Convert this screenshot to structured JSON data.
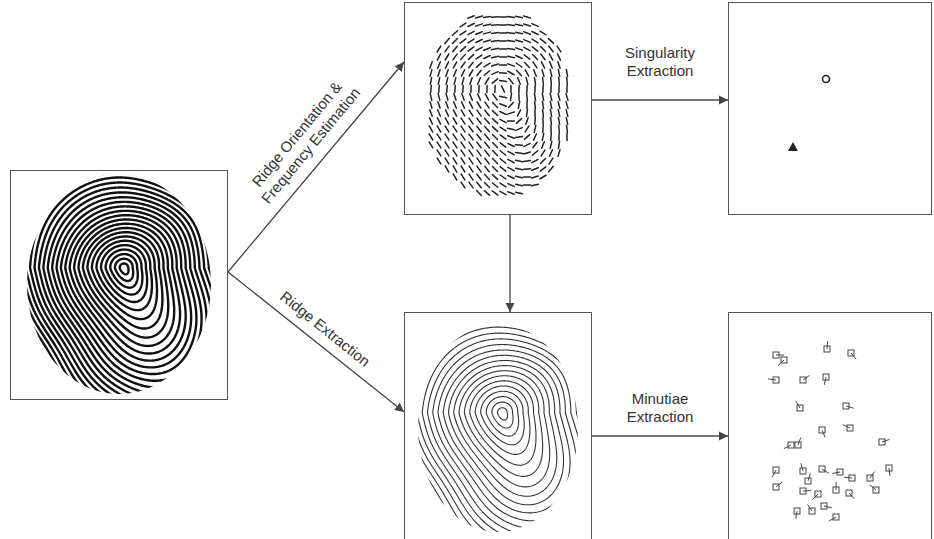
{
  "diagram": {
    "nodes": [
      {
        "text": []
      },
      {
        "text": []
      },
      {
        "text": []
      },
      {
        "text": []
      },
      {
        "text": []
      }
    ],
    "edges": [
      {
        "from": 0,
        "to": 1,
        "arrow": "to",
        "label": "Ridge Orientation & Frequency Estimation"
      },
      {
        "from": 0,
        "to": 3,
        "arrow": "to",
        "label": "Ridge Extraction"
      },
      {
        "from": 1,
        "to": 2,
        "arrow": "to",
        "label": "Singularity Extraction"
      },
      {
        "from": 1,
        "to": 3,
        "arrow": "to"
      },
      {
        "from": 3,
        "to": 4,
        "arrow": "to",
        "label": "Minutiae Extraction"
      }
    ]
  }
}
